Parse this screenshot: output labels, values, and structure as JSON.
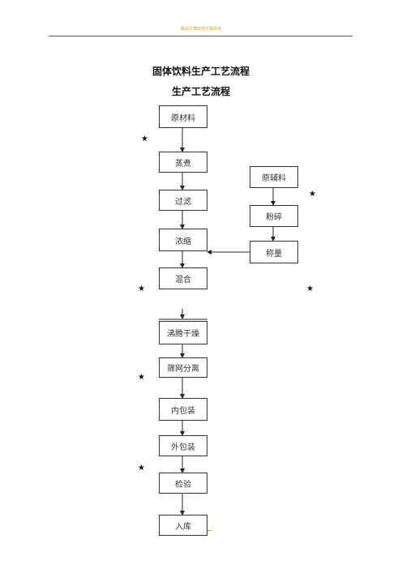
{
  "header": {
    "text": "精品文档欢迎下载阅读"
  },
  "titles": {
    "main": "固体饮料生产工艺流程",
    "sub": "生产工艺流程"
  },
  "nodes": {
    "raw_material": "原材料",
    "steaming": "蒸煮",
    "filtering": "过滤",
    "concentrating": "浓缩",
    "mixing": "混合",
    "fluid_drying": "沸腾干燥",
    "sieve_separation": "筛网分离",
    "inner_packing": "内包装",
    "outer_packing": "外包装",
    "inspection": "检验",
    "warehousing": "入库",
    "auxiliary_material": "原辅料",
    "crushing": "粉碎",
    "weighing": "称量"
  },
  "markers": {
    "critical_control_point": "★"
  },
  "colors": {
    "line": "#222222",
    "box_border": "#333333",
    "header_accent": "#d9a400"
  }
}
